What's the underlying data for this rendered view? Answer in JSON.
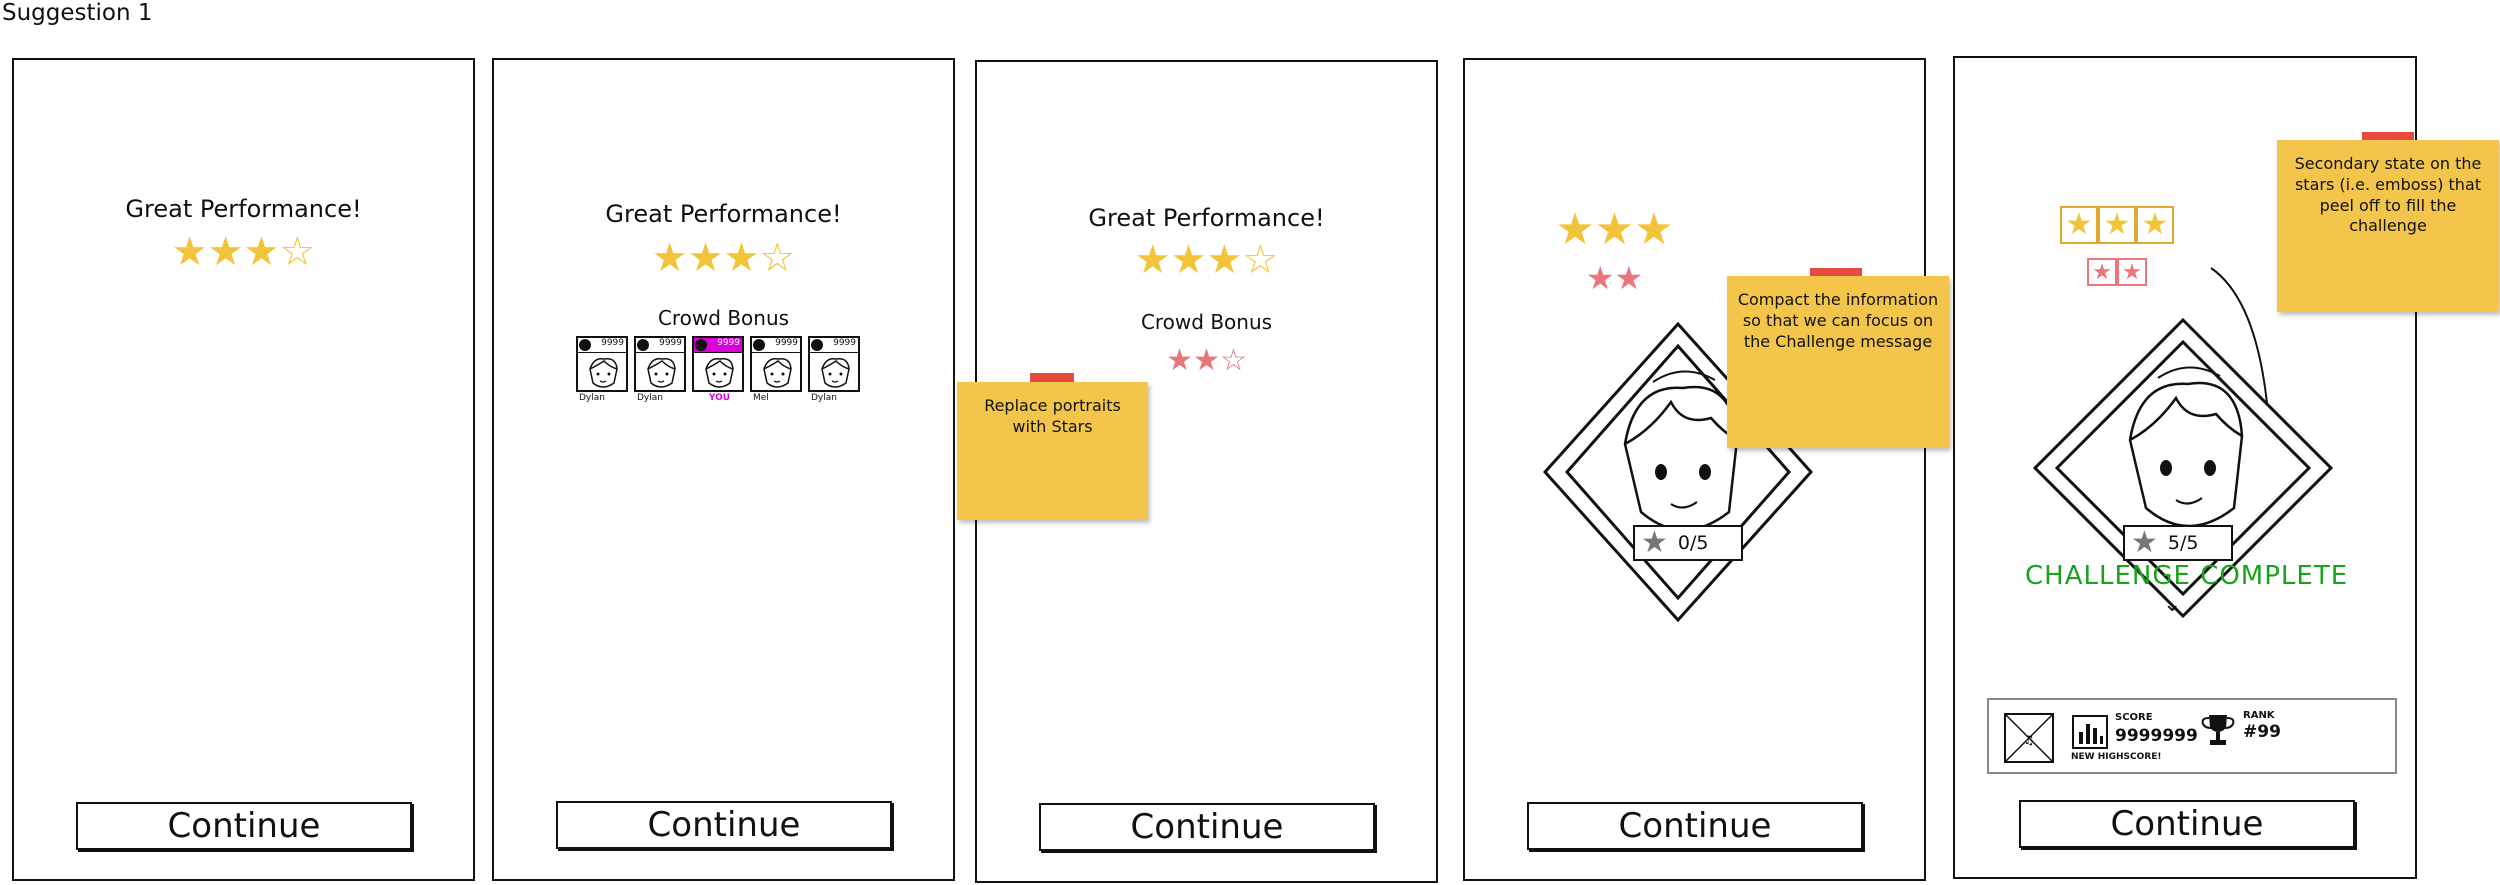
{
  "title": "Suggestion 1",
  "panels": [
    {
      "heading": "Great Performance!",
      "continue": "Continue",
      "rating": "3 of 4 stars"
    },
    {
      "heading": "Great Performance!",
      "crowd_label": "Crowd Bonus",
      "continue": "Continue",
      "portraits": [
        {
          "score": "9999",
          "name": "Dylan"
        },
        {
          "score": "9999",
          "name": "Dylan"
        },
        {
          "score": "9999",
          "name": "YOU"
        },
        {
          "score": "9999",
          "name": "Mel"
        },
        {
          "score": "9999",
          "name": "Dylan"
        }
      ]
    },
    {
      "heading": "Great Performance!",
      "crowd_label": "Crowd Bonus",
      "continue": "Continue",
      "note": "Replace portraits with Stars",
      "crowd_rating": "2 of 3 stars"
    },
    {
      "continue": "Continue",
      "counter": "0/5",
      "note": "Compact the information so that we can focus on the Challenge message"
    },
    {
      "continue": "Continue",
      "counter": "5/5",
      "challenge": "CHALLENGE COMPLETE",
      "note": "Secondary state on the stars (i.e. emboss) that peel off to fill the challenge",
      "info": {
        "score_label": "SCORE",
        "score_value": "9999999",
        "highscore": "NEW HIGHSCORE!",
        "rank_label": "RANK",
        "rank_value": "#99"
      }
    }
  ],
  "colors": {
    "gold": "#f2c43a",
    "red": "#e9767a",
    "note": "#f3c64b",
    "tape": "#e44a3e",
    "you": "#d900d9",
    "success": "#1aa31a"
  }
}
